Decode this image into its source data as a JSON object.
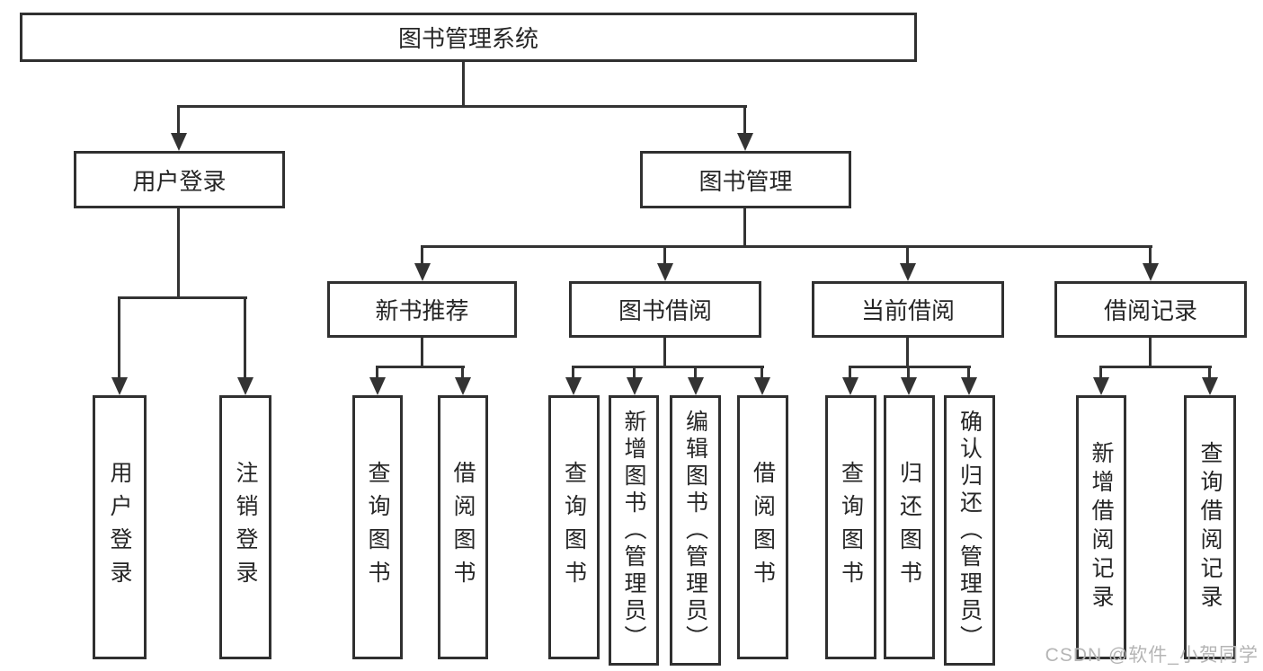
{
  "colors": {
    "line": "#333333",
    "box_border": "#303030",
    "box_background": "#ffffff",
    "text": "#262626",
    "watermark": "#b5b5b5"
  },
  "watermark": {
    "text": "CSDN @软件_小贺同学"
  },
  "tree": {
    "label": "图书管理系统",
    "children": [
      {
        "label": "用户登录",
        "children": [
          {
            "label": "用户登录"
          },
          {
            "label": "注销登录"
          }
        ]
      },
      {
        "label": "图书管理",
        "children": [
          {
            "label": "新书推荐",
            "children": [
              {
                "label": "查询图书"
              },
              {
                "label": "借阅图书"
              }
            ]
          },
          {
            "label": "图书借阅",
            "children": [
              {
                "label": "查询图书"
              },
              {
                "label": "新增图书（管理员）"
              },
              {
                "label": "编辑图书（管理员）"
              },
              {
                "label": "借阅图书"
              }
            ]
          },
          {
            "label": "当前借阅",
            "children": [
              {
                "label": "查询图书"
              },
              {
                "label": "归还图书"
              },
              {
                "label": "确认归还（管理员）"
              }
            ]
          },
          {
            "label": "借阅记录",
            "children": [
              {
                "label": "新增借阅记录"
              },
              {
                "label": "查询借阅记录"
              }
            ]
          }
        ]
      }
    ]
  }
}
